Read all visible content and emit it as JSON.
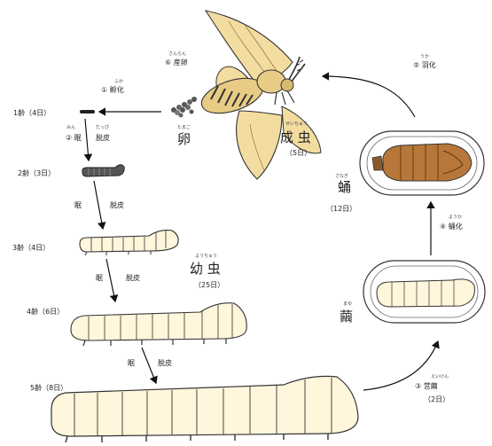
{
  "labels": {
    "mothArrow": "⑥ 産卵",
    "hatch": "① 孵化",
    "instar1": "1齢（4日）",
    "molt1": "② 眠",
    "molt1b": "脱皮",
    "instar2": "2齢（3日）",
    "molt2": "眠",
    "molt2b": "脱皮",
    "instar3": "3齢（4日）",
    "molt3": "眠",
    "molt3b": "脱皮",
    "instar4": "4齢（6日）",
    "molt4": "眠",
    "molt4b": "脱皮",
    "instar5": "5齢（8日）",
    "egg": "卵",
    "adult": "成 虫",
    "adultDays": "（5日）",
    "eclosion": "⑤ 羽化",
    "pupa": "蛹",
    "pupaDays": "（12日）",
    "pupation": "④ 蛹化",
    "cocoon": "繭",
    "larva": "幼 虫",
    "larvaDays": "（25日）",
    "spinning": "③ 営繭",
    "spinningDays": "（2日）"
  },
  "ruby": {
    "egg": "たまご",
    "adult": "せいちゅう",
    "pupa": "さなぎ",
    "cocoon": "まゆ",
    "larva": "ようちゅう",
    "hatch": "ふか",
    "sanran": "さんらん",
    "ukka": "うか",
    "youka": "ようか",
    "eiken": "えいけん",
    "min": "みん",
    "dappi": "だっぴ"
  },
  "colors": {
    "larvaBody": "#fff6dc",
    "pupaBody": "#b8773a",
    "mothWing": "#f3dca0",
    "outline": "#333333"
  },
  "icons": [
    "silkworm-moth-icon",
    "egg-cluster-icon",
    "larva-icon",
    "cocoon-icon",
    "pupa-icon"
  ]
}
